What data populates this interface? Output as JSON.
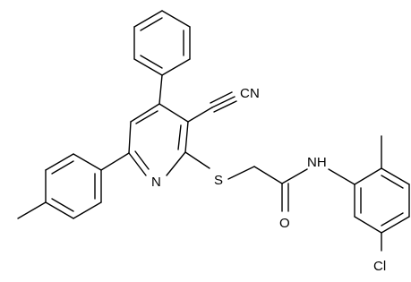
{
  "structure": {
    "labels": {
      "nitrile_n": "N",
      "nitrile_c": "C",
      "ring_n": "N",
      "sulfur": "S",
      "carbonyl_o": "O",
      "amide_nh": "NH",
      "chloro": "Cl"
    }
  }
}
